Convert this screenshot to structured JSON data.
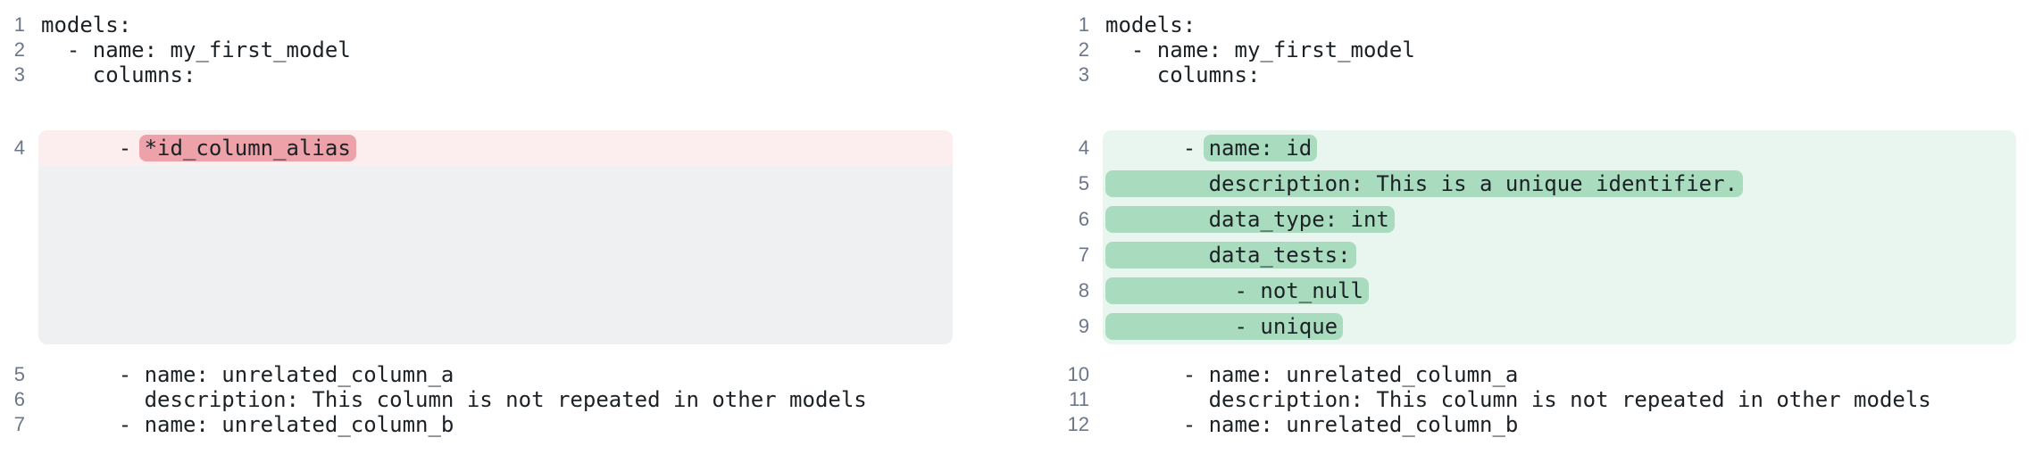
{
  "colors": {
    "page_bg": "#ffffff",
    "code_text": "#1c2126",
    "line_number": "#6c7689",
    "removed_row_bg": "#fcedee",
    "removed_token_bg": "#eda2a9",
    "added_row_bg": "#e9f6ef",
    "added_token_bg": "#a9dcbf",
    "filler_bg": "#eef0f2"
  },
  "before": {
    "context_top": [
      {
        "num": "1",
        "text": "models:"
      },
      {
        "num": "2",
        "text": "  - name: my_first_model"
      },
      {
        "num": "3",
        "text": "    columns:"
      }
    ],
    "removed_line": {
      "num": "4",
      "prefix": "      - ",
      "token": "*id_column_alias"
    },
    "context_bottom": [
      {
        "num": "5",
        "text": "      - name: unrelated_column_a"
      },
      {
        "num": "6",
        "text": "        description: This column is not repeated in other models"
      },
      {
        "num": "7",
        "text": "      - name: unrelated_column_b"
      }
    ]
  },
  "after": {
    "context_top": [
      {
        "num": "1",
        "text": "models:"
      },
      {
        "num": "2",
        "text": "  - name: my_first_model"
      },
      {
        "num": "3",
        "text": "    columns:"
      }
    ],
    "added_lines": [
      {
        "num": "4",
        "prefix": "      - ",
        "token": "name: id"
      },
      {
        "num": "5",
        "prefix": "",
        "token": "        description: This is a unique identifier."
      },
      {
        "num": "6",
        "prefix": "",
        "token": "        data_type: int"
      },
      {
        "num": "7",
        "prefix": "",
        "token": "        data_tests:"
      },
      {
        "num": "8",
        "prefix": "",
        "token": "          - not_null"
      },
      {
        "num": "9",
        "prefix": "",
        "token": "          - unique"
      }
    ],
    "context_bottom": [
      {
        "num": "10",
        "text": "      - name: unrelated_column_a"
      },
      {
        "num": "11",
        "text": "        description: This column is not repeated in other models"
      },
      {
        "num": "12",
        "text": "      - name: unrelated_column_b"
      }
    ]
  }
}
